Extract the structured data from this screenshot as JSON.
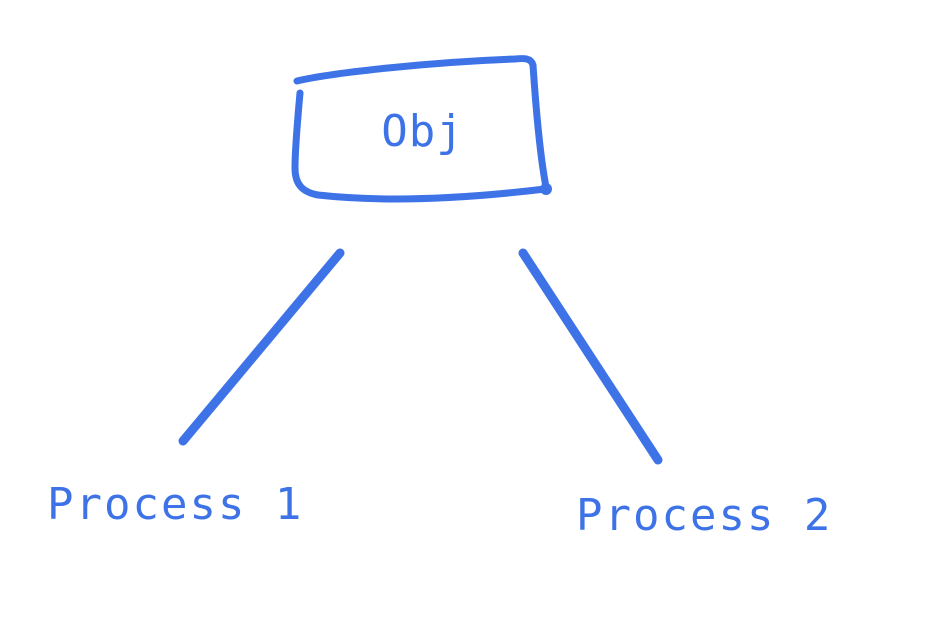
{
  "diagram": {
    "kind": "hand-drawn-tree",
    "root": {
      "label": "Obj",
      "shape": "sketched-rectangle"
    },
    "children": [
      {
        "label": "Process 1"
      },
      {
        "label": "Process 2"
      }
    ],
    "edges": [
      {
        "from": "Obj",
        "to": "Process 1"
      },
      {
        "from": "Obj",
        "to": "Process 2"
      }
    ]
  },
  "colors": {
    "ink": "#3E73E8",
    "background": "#FFFFFF"
  }
}
